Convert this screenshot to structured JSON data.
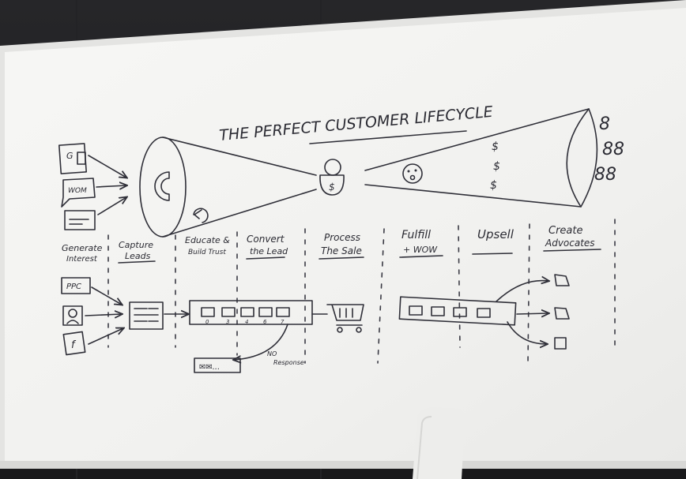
{
  "board": {
    "title": "THE PERFECT CUSTOMER LIFECYCLE",
    "colors": {
      "board": "#f3f3f1",
      "frame": "#e6e6e4",
      "ink": "#2f2f38",
      "wall": "#1b1b1d"
    }
  },
  "funnel": {
    "sources": [
      "G",
      "WOM"
    ],
    "money_symbol": "$",
    "advocate_marks": [
      "8",
      "88",
      "88"
    ]
  },
  "stages": [
    {
      "line1": "Generate",
      "line2": "Interest"
    },
    {
      "line1": "Capture",
      "line2": "Leads"
    },
    {
      "line1": "Educate &",
      "line2": "Build Trust"
    },
    {
      "line1": "Convert",
      "line2": "the Lead"
    },
    {
      "line1": "Process",
      "line2": "The Sale"
    },
    {
      "line1": "Fulfill",
      "line2": "+ WOW"
    },
    {
      "line1": "Upsell",
      "line2": ""
    },
    {
      "line1": "Create",
      "line2": "Advocates"
    }
  ],
  "process": {
    "channels": [
      "PPC",
      "f"
    ],
    "email_numbers": [
      "0",
      "3",
      "4",
      "6",
      "7"
    ],
    "no_response_line1": "NO",
    "no_response_line2": "Response",
    "nurture_box": "✉✉..."
  }
}
